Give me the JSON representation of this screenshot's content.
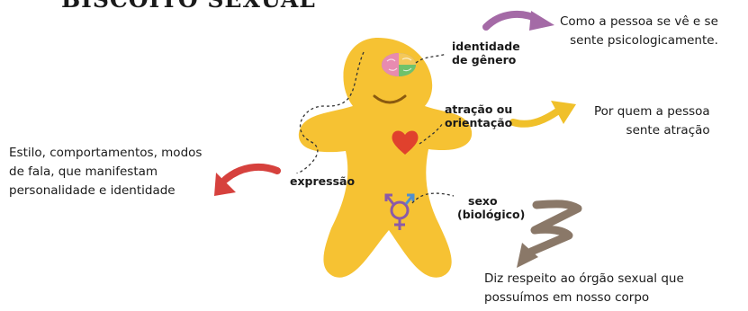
{
  "title": "BISCOITO SEXUAL",
  "labels": {
    "gender_identity": [
      "identidade",
      "de gênero"
    ],
    "attraction": [
      "atração ou",
      "orientação"
    ],
    "expression": "expressão",
    "sex": [
      "sexo",
      "(biológico)"
    ]
  },
  "descriptions": {
    "gender_identity": [
      "Como a pessoa se vê e se",
      "sente psicologicamente."
    ],
    "attraction": [
      "Por quem a pessoa",
      "sente atração"
    ],
    "expression": [
      "Estilo, comportamentos, modos",
      "de fala, que manifestam",
      "personalidade e identidade"
    ],
    "sex": [
      "Diz respeito ao órgão sexual que",
      "possuímos em nosso corpo"
    ]
  },
  "colors": {
    "body": "#f6c233",
    "arrow_purple": "#a46aa6",
    "arrow_yellow": "#f0c02a",
    "arrow_red": "#d6413d",
    "arrow_brown": "#8a7868",
    "heart": "#e0412d"
  }
}
